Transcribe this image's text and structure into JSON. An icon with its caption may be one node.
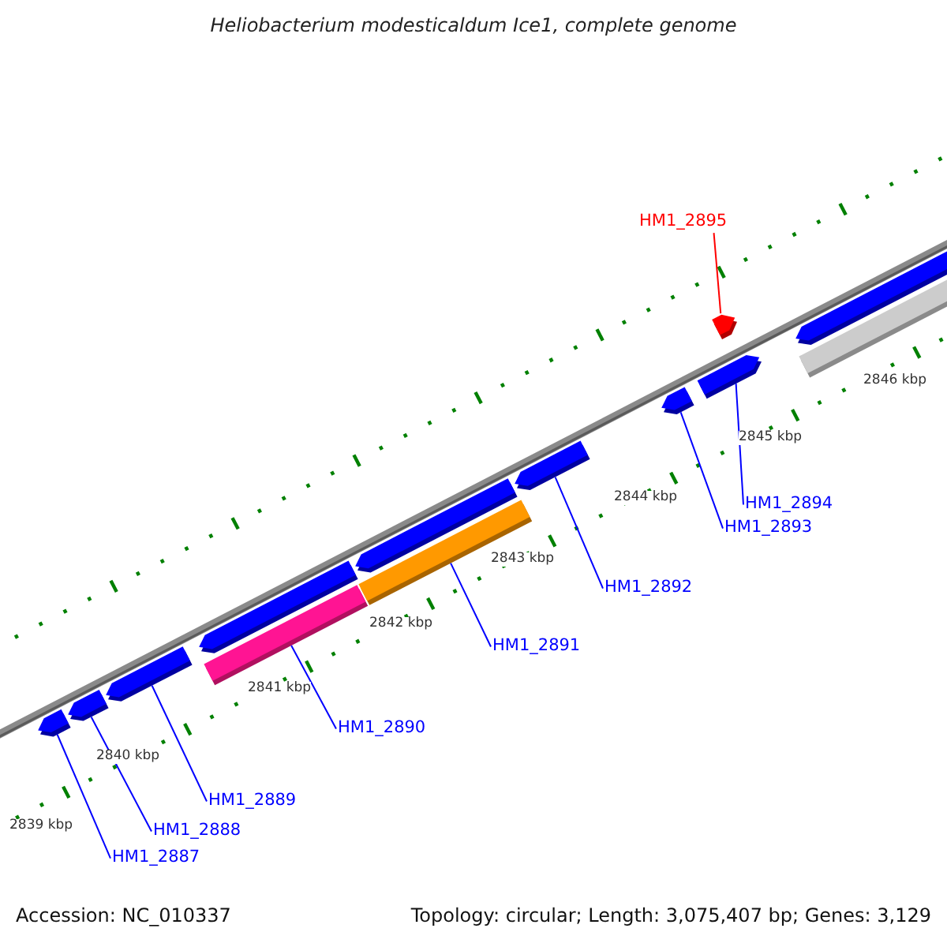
{
  "diagram": {
    "title": "Heliobacterium modesticaldum Ice1, complete genome",
    "nodes": [
      {
        "text": [
          "HM1_2895"
        ]
      },
      {
        "text": [
          "HM1_2894"
        ]
      },
      {
        "text": [
          "HM1_2893"
        ]
      },
      {
        "text": [
          "HM1_2892"
        ]
      },
      {
        "text": [
          "HM1_2891"
        ]
      },
      {
        "text": [
          "HM1_2890"
        ]
      },
      {
        "text": [
          "HM1_2889"
        ]
      },
      {
        "text": [
          "HM1_2888"
        ]
      },
      {
        "text": [
          "HM1_2887"
        ]
      },
      {
        "text": [],
        "shape": "bar"
      },
      {
        "text": [],
        "shape": "bar"
      },
      {
        "text": [],
        "shape": "bar"
      },
      {
        "text": [],
        "shape": "bar"
      },
      {
        "text": [],
        "shape": "bar"
      },
      {
        "text": [],
        "shape": "bar"
      },
      {
        "text": [],
        "shape": "bar"
      },
      {
        "text": [],
        "shape": "bar"
      },
      {
        "text": [],
        "shape": "bar"
      },
      {
        "text": [],
        "shape": "bar"
      },
      {
        "text": [],
        "shape": "bar"
      },
      {
        "text": [],
        "shape": "bar"
      },
      {
        "text": [],
        "shape": "bar"
      }
    ],
    "edges": [
      {
        "from": 0,
        "to": 19,
        "arrow": "none",
        "color": "#ff0000"
      },
      {
        "from": 1,
        "to": 18,
        "arrow": "none"
      },
      {
        "from": 2,
        "to": 17,
        "arrow": "none"
      },
      {
        "from": 3,
        "to": 16,
        "arrow": "none"
      },
      {
        "from": 4,
        "to": 15,
        "arrow": "none"
      },
      {
        "from": 5,
        "to": 13,
        "arrow": "none"
      },
      {
        "from": 6,
        "to": 11,
        "arrow": "none"
      },
      {
        "from": 7,
        "to": 10,
        "arrow": "none"
      },
      {
        "from": 8,
        "to": 9,
        "arrow": "none"
      }
    ],
    "labels": [
      "2846 kbp",
      "2845 kbp",
      "2844 kbp",
      "2843 kbp",
      "2842 kbp",
      "2841 kbp",
      "2840 kbp",
      "2839 kbp",
      "Accession: NC_010337",
      "Topology: circular; Length: 3,075,407 bp; Genes: 3,129"
    ]
  }
}
